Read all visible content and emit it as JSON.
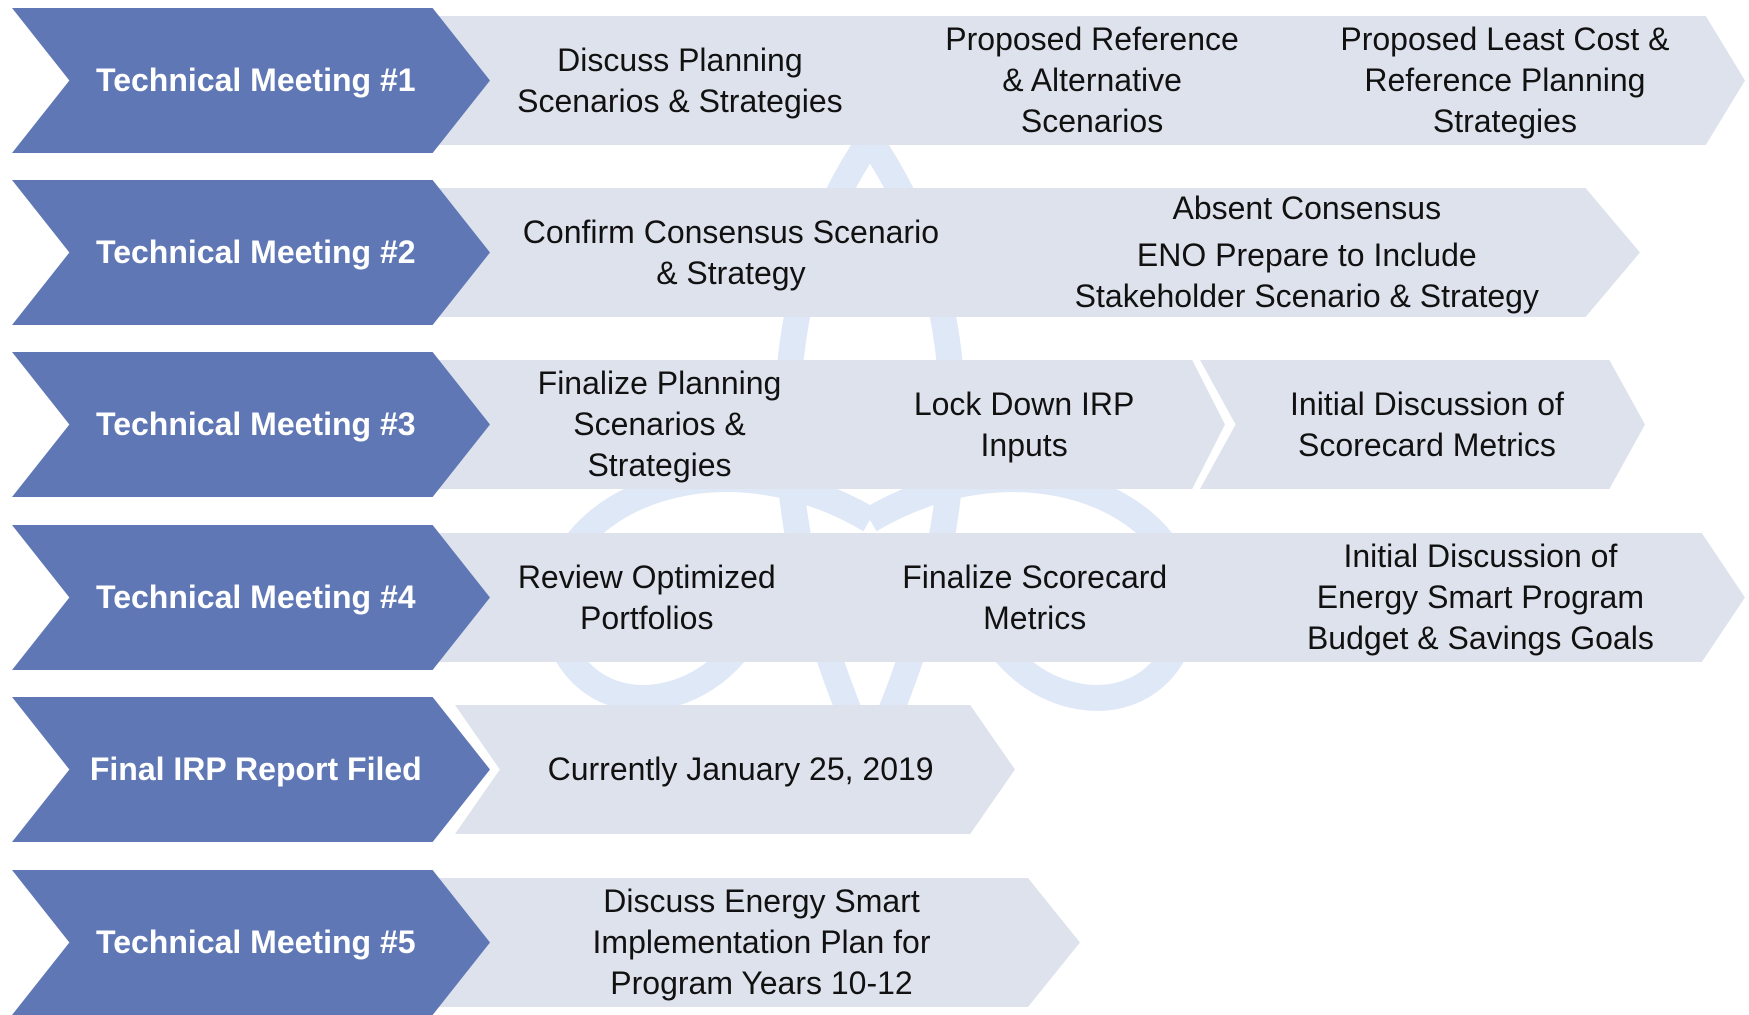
{
  "rows": [
    {
      "lead": "Technical Meeting #1",
      "steps": [
        [
          "Discuss Planning",
          "Scenarios & Strategies"
        ],
        [
          "Proposed Reference",
          "& Alternative",
          "Scenarios"
        ],
        [
          "Proposed Least Cost &",
          "Reference Planning",
          "Strategies"
        ]
      ]
    },
    {
      "lead": "Technical Meeting #2",
      "steps": [
        [
          "Confirm Consensus Scenario",
          "& Strategy"
        ],
        [
          "Absent Consensus",
          "",
          "ENO Prepare to Include",
          "Stakeholder Scenario & Strategy"
        ]
      ]
    },
    {
      "lead": "Technical Meeting #3",
      "steps": [
        [
          "Finalize Planning",
          "Scenarios &",
          "Strategies"
        ],
        [
          "Lock Down IRP",
          "Inputs"
        ],
        [
          "Initial Discussion of",
          "Scorecard Metrics"
        ]
      ]
    },
    {
      "lead": "Technical Meeting #4",
      "steps": [
        [
          "Review Optimized",
          "Portfolios"
        ],
        [
          "Finalize Scorecard",
          "Metrics"
        ],
        [
          "Initial Discussion of",
          "Energy Smart Program",
          "Budget & Savings Goals"
        ]
      ]
    },
    {
      "lead": "Final IRP Report Filed",
      "steps": [
        [
          "Currently January 25, 2019"
        ]
      ]
    },
    {
      "lead": "Technical Meeting #5",
      "steps": [
        [
          "Discuss Energy Smart",
          "Implementation Plan for",
          "Program Years 10-12"
        ]
      ]
    }
  ]
}
